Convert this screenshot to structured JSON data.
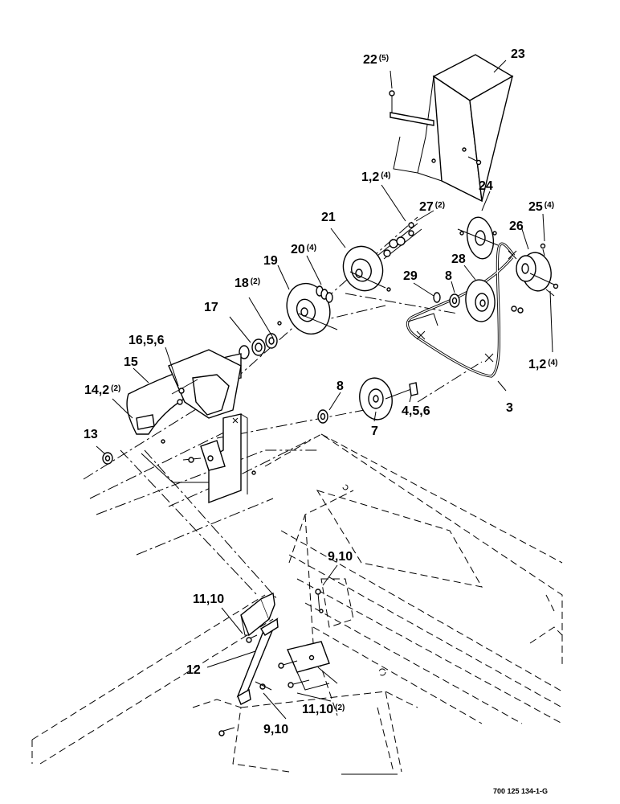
{
  "labels": [
    {
      "id": "l22",
      "num": "22",
      "qty": "(5)"
    },
    {
      "id": "l23",
      "num": "23",
      "qty": ""
    },
    {
      "id": "l1a",
      "num": "1,2",
      "qty": "(4)"
    },
    {
      "id": "l27",
      "num": "27",
      "qty": "(2)"
    },
    {
      "id": "l24",
      "num": "24",
      "qty": ""
    },
    {
      "id": "l25",
      "num": "25",
      "qty": "(4)"
    },
    {
      "id": "l26",
      "num": "26",
      "qty": ""
    },
    {
      "id": "l21",
      "num": "21",
      "qty": ""
    },
    {
      "id": "l20",
      "num": "20",
      "qty": "(4)"
    },
    {
      "id": "l19",
      "num": "19",
      "qty": ""
    },
    {
      "id": "l29",
      "num": "29",
      "qty": ""
    },
    {
      "id": "l8a",
      "num": "8",
      "qty": ""
    },
    {
      "id": "l28",
      "num": "28",
      "qty": ""
    },
    {
      "id": "l18",
      "num": "18",
      "qty": "(2)"
    },
    {
      "id": "l17",
      "num": "17",
      "qty": ""
    },
    {
      "id": "l16",
      "num": "16,5,6",
      "qty": ""
    },
    {
      "id": "l15",
      "num": "15",
      "qty": ""
    },
    {
      "id": "l14",
      "num": "14,2",
      "qty": "(2)"
    },
    {
      "id": "l1b",
      "num": "1,2",
      "qty": "(4)"
    },
    {
      "id": "l8b",
      "num": "8",
      "qty": ""
    },
    {
      "id": "l4",
      "num": "4,5,6",
      "qty": ""
    },
    {
      "id": "l3",
      "num": "3",
      "qty": ""
    },
    {
      "id": "l7",
      "num": "7",
      "qty": ""
    },
    {
      "id": "l13",
      "num": "13",
      "qty": ""
    },
    {
      "id": "l9a",
      "num": "9,10",
      "qty": ""
    },
    {
      "id": "l11a",
      "num": "11,10",
      "qty": ""
    },
    {
      "id": "l12",
      "num": "12",
      "qty": ""
    },
    {
      "id": "l11b",
      "num": "11,10",
      "qty": "(2)"
    },
    {
      "id": "l9b",
      "num": "9,10",
      "qty": ""
    }
  ],
  "drawing_code": "700 125 134-1-G"
}
